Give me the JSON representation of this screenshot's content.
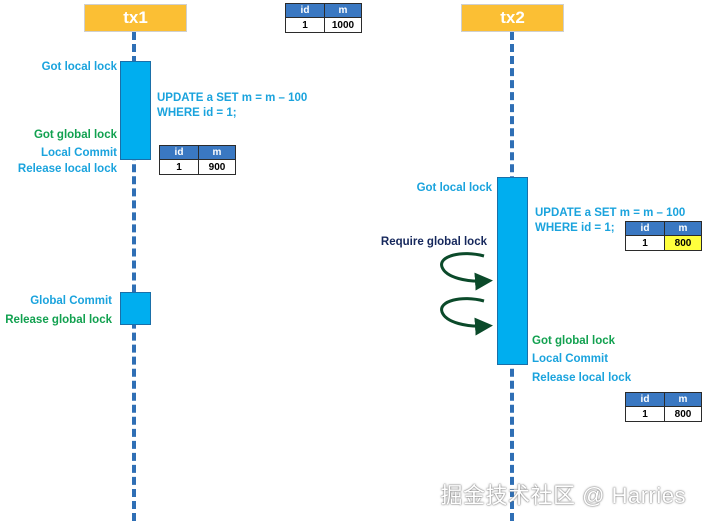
{
  "tx1": {
    "title": "tx1"
  },
  "tx2": {
    "title": "tx2"
  },
  "top_table": {
    "head": [
      "id",
      "m"
    ],
    "row": [
      "1",
      "1000"
    ]
  },
  "tx1_labels": {
    "got_local_lock": "Got local lock",
    "update_line1": "UPDATE a SET m = m – 100",
    "update_line2": "WHERE id = 1;",
    "got_global_lock": "Got global lock",
    "local_commit": "Local Commit",
    "release_local_lock": "Release local lock",
    "global_commit": "Global Commit",
    "release_global_lock": "Release global lock"
  },
  "tx1_table": {
    "head": [
      "id",
      "m"
    ],
    "row": [
      "1",
      "900"
    ]
  },
  "tx2_labels": {
    "got_local_lock": "Got local lock",
    "update_line1": "UPDATE a SET m = m – 100",
    "update_line2": "WHERE id = 1;",
    "require_global_lock": "Require global lock",
    "got_global_lock": "Got global lock",
    "local_commit": "Local Commit",
    "release_local_lock": "Release local lock"
  },
  "tx2_table_pending": {
    "head": [
      "id",
      "m"
    ],
    "row": [
      "1",
      "800"
    ],
    "highlight_color": "#ffff3d"
  },
  "tx2_table_final": {
    "head": [
      "id",
      "m"
    ],
    "row": [
      "1",
      "800"
    ]
  },
  "watermark": "掘金技术社区 @ Harries",
  "colors": {
    "header": "#fbbf34",
    "box": "#00aeef",
    "lifeline": "#2f6fb5",
    "table_head": "#3a78c2",
    "arrow": "#0b4a2a"
  }
}
